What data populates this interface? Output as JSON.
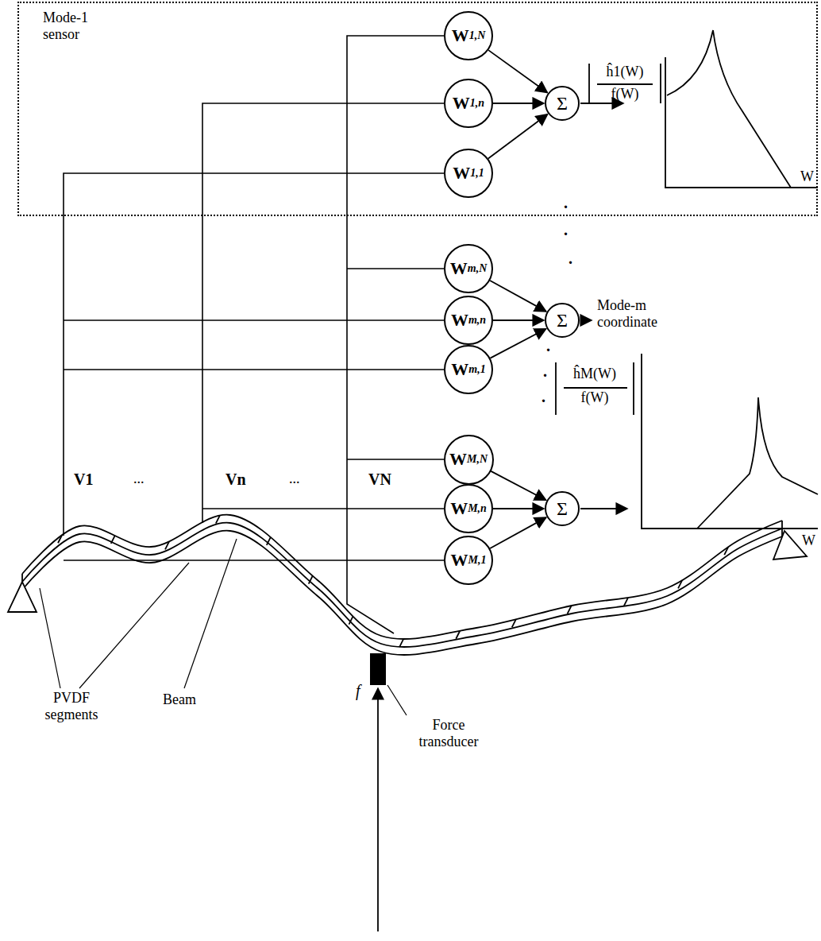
{
  "diagram": {
    "nodes": [
      {
        "text": [
          "Mode-1 sensor"
        ]
      },
      {
        "text": [
          "W",
          "1,N"
        ],
        "in": 0
      },
      {
        "text": [
          "W",
          "1,n"
        ],
        "in": 0
      },
      {
        "text": [
          "W",
          "1,1"
        ],
        "in": 0
      },
      {
        "text": [
          "Σ"
        ],
        "in": 0
      },
      {
        "text": [
          "W",
          "m,N"
        ]
      },
      {
        "text": [
          "W",
          "m,n"
        ]
      },
      {
        "text": [
          "W",
          "m,1"
        ]
      },
      {
        "text": [
          "Σ"
        ]
      },
      {
        "text": [
          "W",
          "M,N"
        ]
      },
      {
        "text": [
          "W",
          "M,n"
        ]
      },
      {
        "text": [
          "W",
          "M,1"
        ]
      },
      {
        "text": [
          "Σ"
        ]
      }
    ],
    "edges": [
      {
        "from": 1,
        "to": 4,
        "arrow": "to"
      },
      {
        "from": 2,
        "to": 4,
        "arrow": "to"
      },
      {
        "from": 3,
        "to": 4,
        "arrow": "to"
      },
      {
        "from": 5,
        "to": 8,
        "arrow": "to"
      },
      {
        "from": 6,
        "to": 8,
        "arrow": "to"
      },
      {
        "from": 7,
        "to": 8,
        "arrow": "to"
      },
      {
        "from": 9,
        "to": 12,
        "arrow": "to"
      },
      {
        "from": 10,
        "to": 12,
        "arrow": "to"
      },
      {
        "from": 11,
        "to": 12,
        "arrow": "to"
      }
    ],
    "labels": [
      "Mode-m coordinate",
      "ĥ1(W)",
      "f(W)",
      "W",
      ".",
      ".",
      ".",
      ".",
      ".",
      ".",
      "ĥM(W)",
      "f(W)",
      "W",
      "V1",
      "...",
      "Vn",
      "...",
      "VN",
      "PVDF segments",
      "Beam",
      "f",
      "Force transducer"
    ]
  }
}
